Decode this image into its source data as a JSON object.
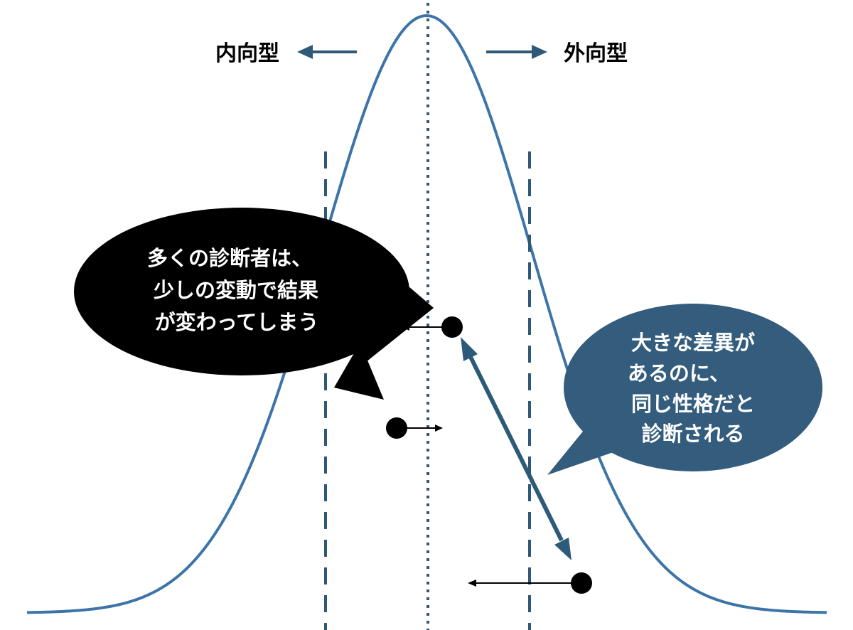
{
  "labels": {
    "introvert": "内向型",
    "extrovert": "外向型"
  },
  "bubble_left": {
    "lines": [
      "多くの診断者は、",
      "少しの変動で結果",
      "が変わってしまう"
    ]
  },
  "bubble_right": {
    "lines": [
      "大きな差異が",
      "あるのに、",
      "同じ性格だと",
      "診断される"
    ]
  },
  "colors": {
    "curve": "#3d74a8",
    "dashed_lines": "#2e5a7a",
    "center_dotted": "#2e5a7a",
    "arrow": "#2e5a7a",
    "bubble_left_fill": "#000000",
    "bubble_right_fill": "#335c7d",
    "bubble_text": "#ffffff",
    "label_text": "#000000",
    "point": "#000000"
  }
}
